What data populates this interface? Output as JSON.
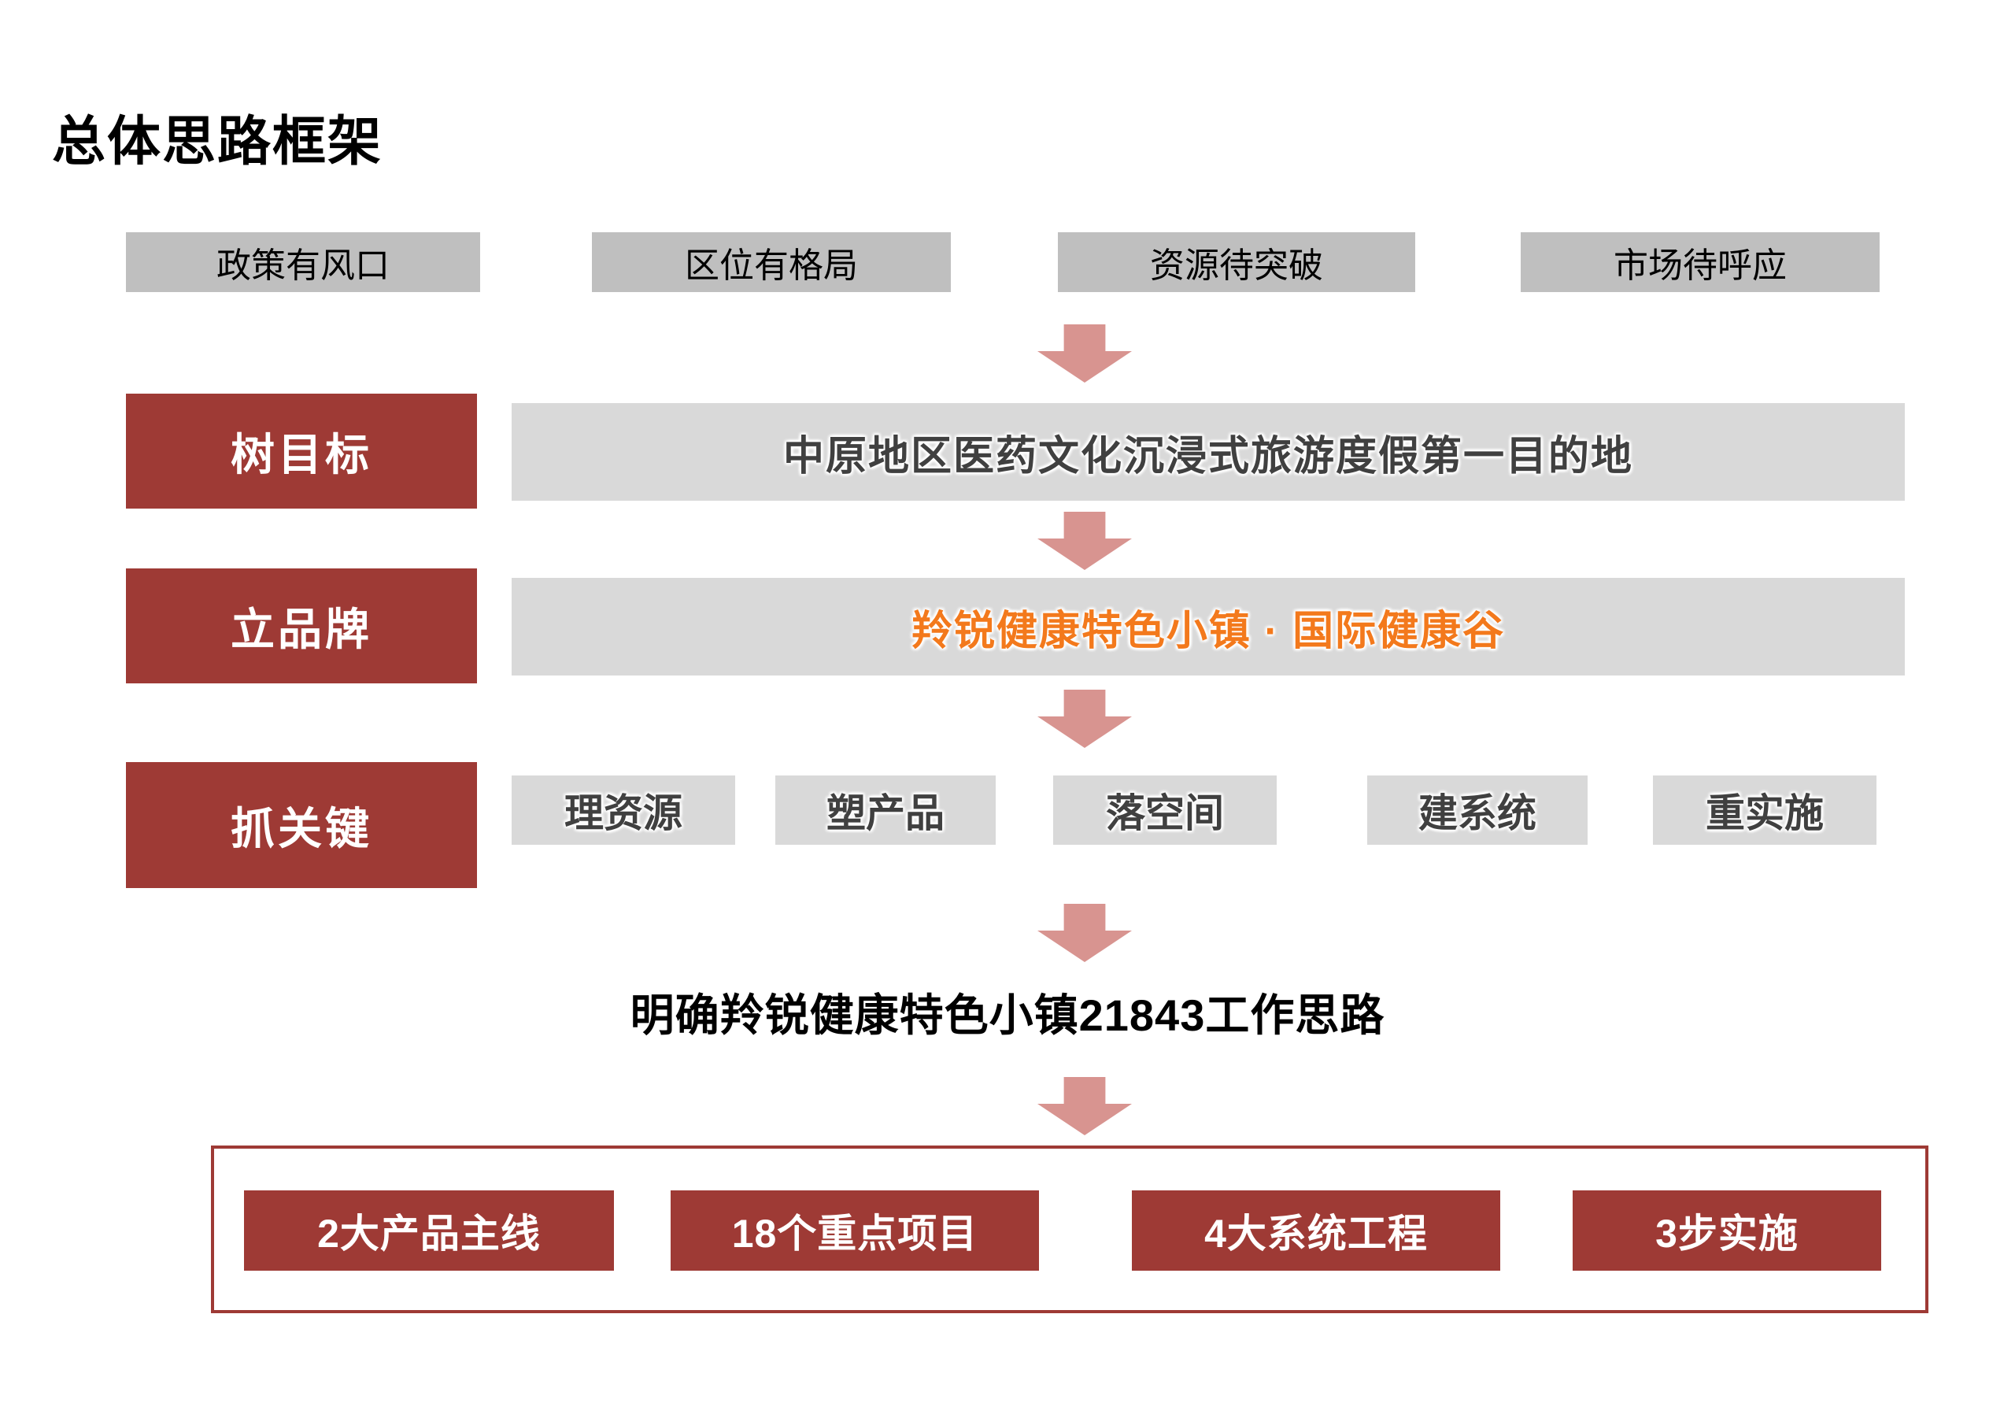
{
  "page": {
    "title": "总体思路框架",
    "accent_red": "#9E3A35",
    "accent_orange": "#F3791C",
    "arrow_color": "#D89490",
    "gray_dark": "#BFBFBF",
    "gray_light": "#D9D9D9"
  },
  "drivers": [
    {
      "label": "政策有风口"
    },
    {
      "label": "区位有格局"
    },
    {
      "label": "资源待突破"
    },
    {
      "label": "市场待呼应"
    }
  ],
  "stages": [
    {
      "label": "树目标",
      "banner": "中原地区医药文化沉浸式旅游度假第一目的地"
    },
    {
      "label": "立品牌",
      "banner": "羚锐健康特色小镇 · 国际健康谷"
    },
    {
      "label": "抓关键"
    }
  ],
  "keys": [
    {
      "label": "理资源"
    },
    {
      "label": "塑产品"
    },
    {
      "label": "落空间"
    },
    {
      "label": "建系统"
    },
    {
      "label": "重实施"
    }
  ],
  "conclusion": "明确羚锐健康特色小镇21843工作思路",
  "outcomes": [
    {
      "label": "2大产品主线"
    },
    {
      "label": "18个重点项目"
    },
    {
      "label": "4大系统工程"
    },
    {
      "label": "3步实施"
    }
  ],
  "arrows": [
    {
      "name": "arrow-drivers-to-goal"
    },
    {
      "name": "arrow-goal-to-brand"
    },
    {
      "name": "arrow-brand-to-keys"
    },
    {
      "name": "arrow-keys-to-conclusion"
    },
    {
      "name": "arrow-conclusion-to-outcomes"
    }
  ]
}
